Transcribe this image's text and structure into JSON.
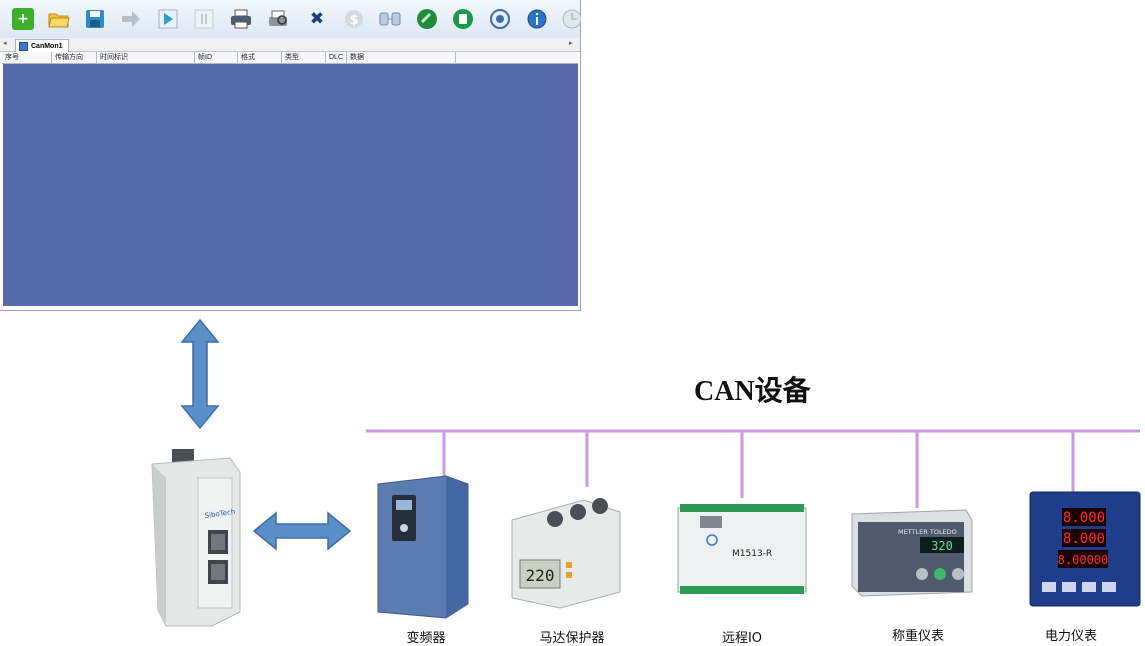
{
  "toolbar": {
    "icons": [
      "add-icon",
      "open-folder-icon",
      "save-icon",
      "forward-arrow-icon",
      "play-icon",
      "pause-icon",
      "print-icon",
      "print-preview-icon",
      "close-icon",
      "refresh-icon",
      "devices-icon",
      "go-icon",
      "bus-icon",
      "settings-icon",
      "info-icon",
      "clock-icon"
    ]
  },
  "tabs": {
    "active_label": "CanMon1"
  },
  "table": {
    "headers": [
      "序号",
      "传输方向",
      "时间标识",
      "帧ID",
      "格式",
      "类型",
      "DLC",
      "数据"
    ]
  },
  "diagram": {
    "bus_title": "CAN设备",
    "devices": [
      "变频器",
      "马达保护器",
      "远程IO",
      "称重仪表",
      "电力仪表"
    ],
    "io_module_text": "M1513-R",
    "scale_brand": "METTLER TOLEDO",
    "scale_display": "320",
    "power_meter_readings": [
      "8.000",
      "8.000",
      "8.00000"
    ],
    "motor_protector_display": "220",
    "gateway_brand": "SiboTech"
  },
  "colors": {
    "data_area": "#5669ab",
    "arrow_fill": "#5b8fc9",
    "bus_line": "#c79ae3"
  }
}
